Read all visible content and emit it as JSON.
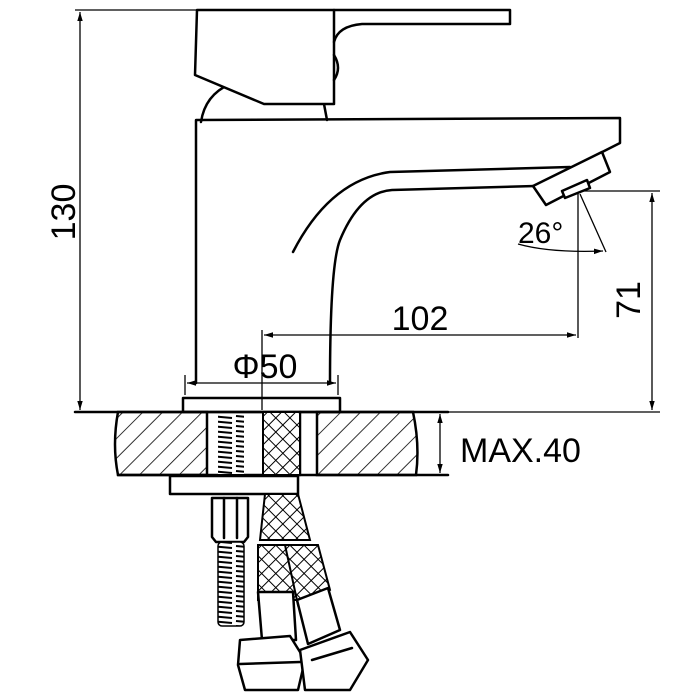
{
  "drawing": {
    "dimensions": {
      "height_total": "130",
      "spout_reach": "102",
      "spout_height": "71",
      "base_diameter": "Φ50",
      "spout_angle": "26°",
      "max_counter_thickness": "MAX.40"
    },
    "colors": {
      "line": "#000000",
      "background": "#ffffff"
    }
  }
}
